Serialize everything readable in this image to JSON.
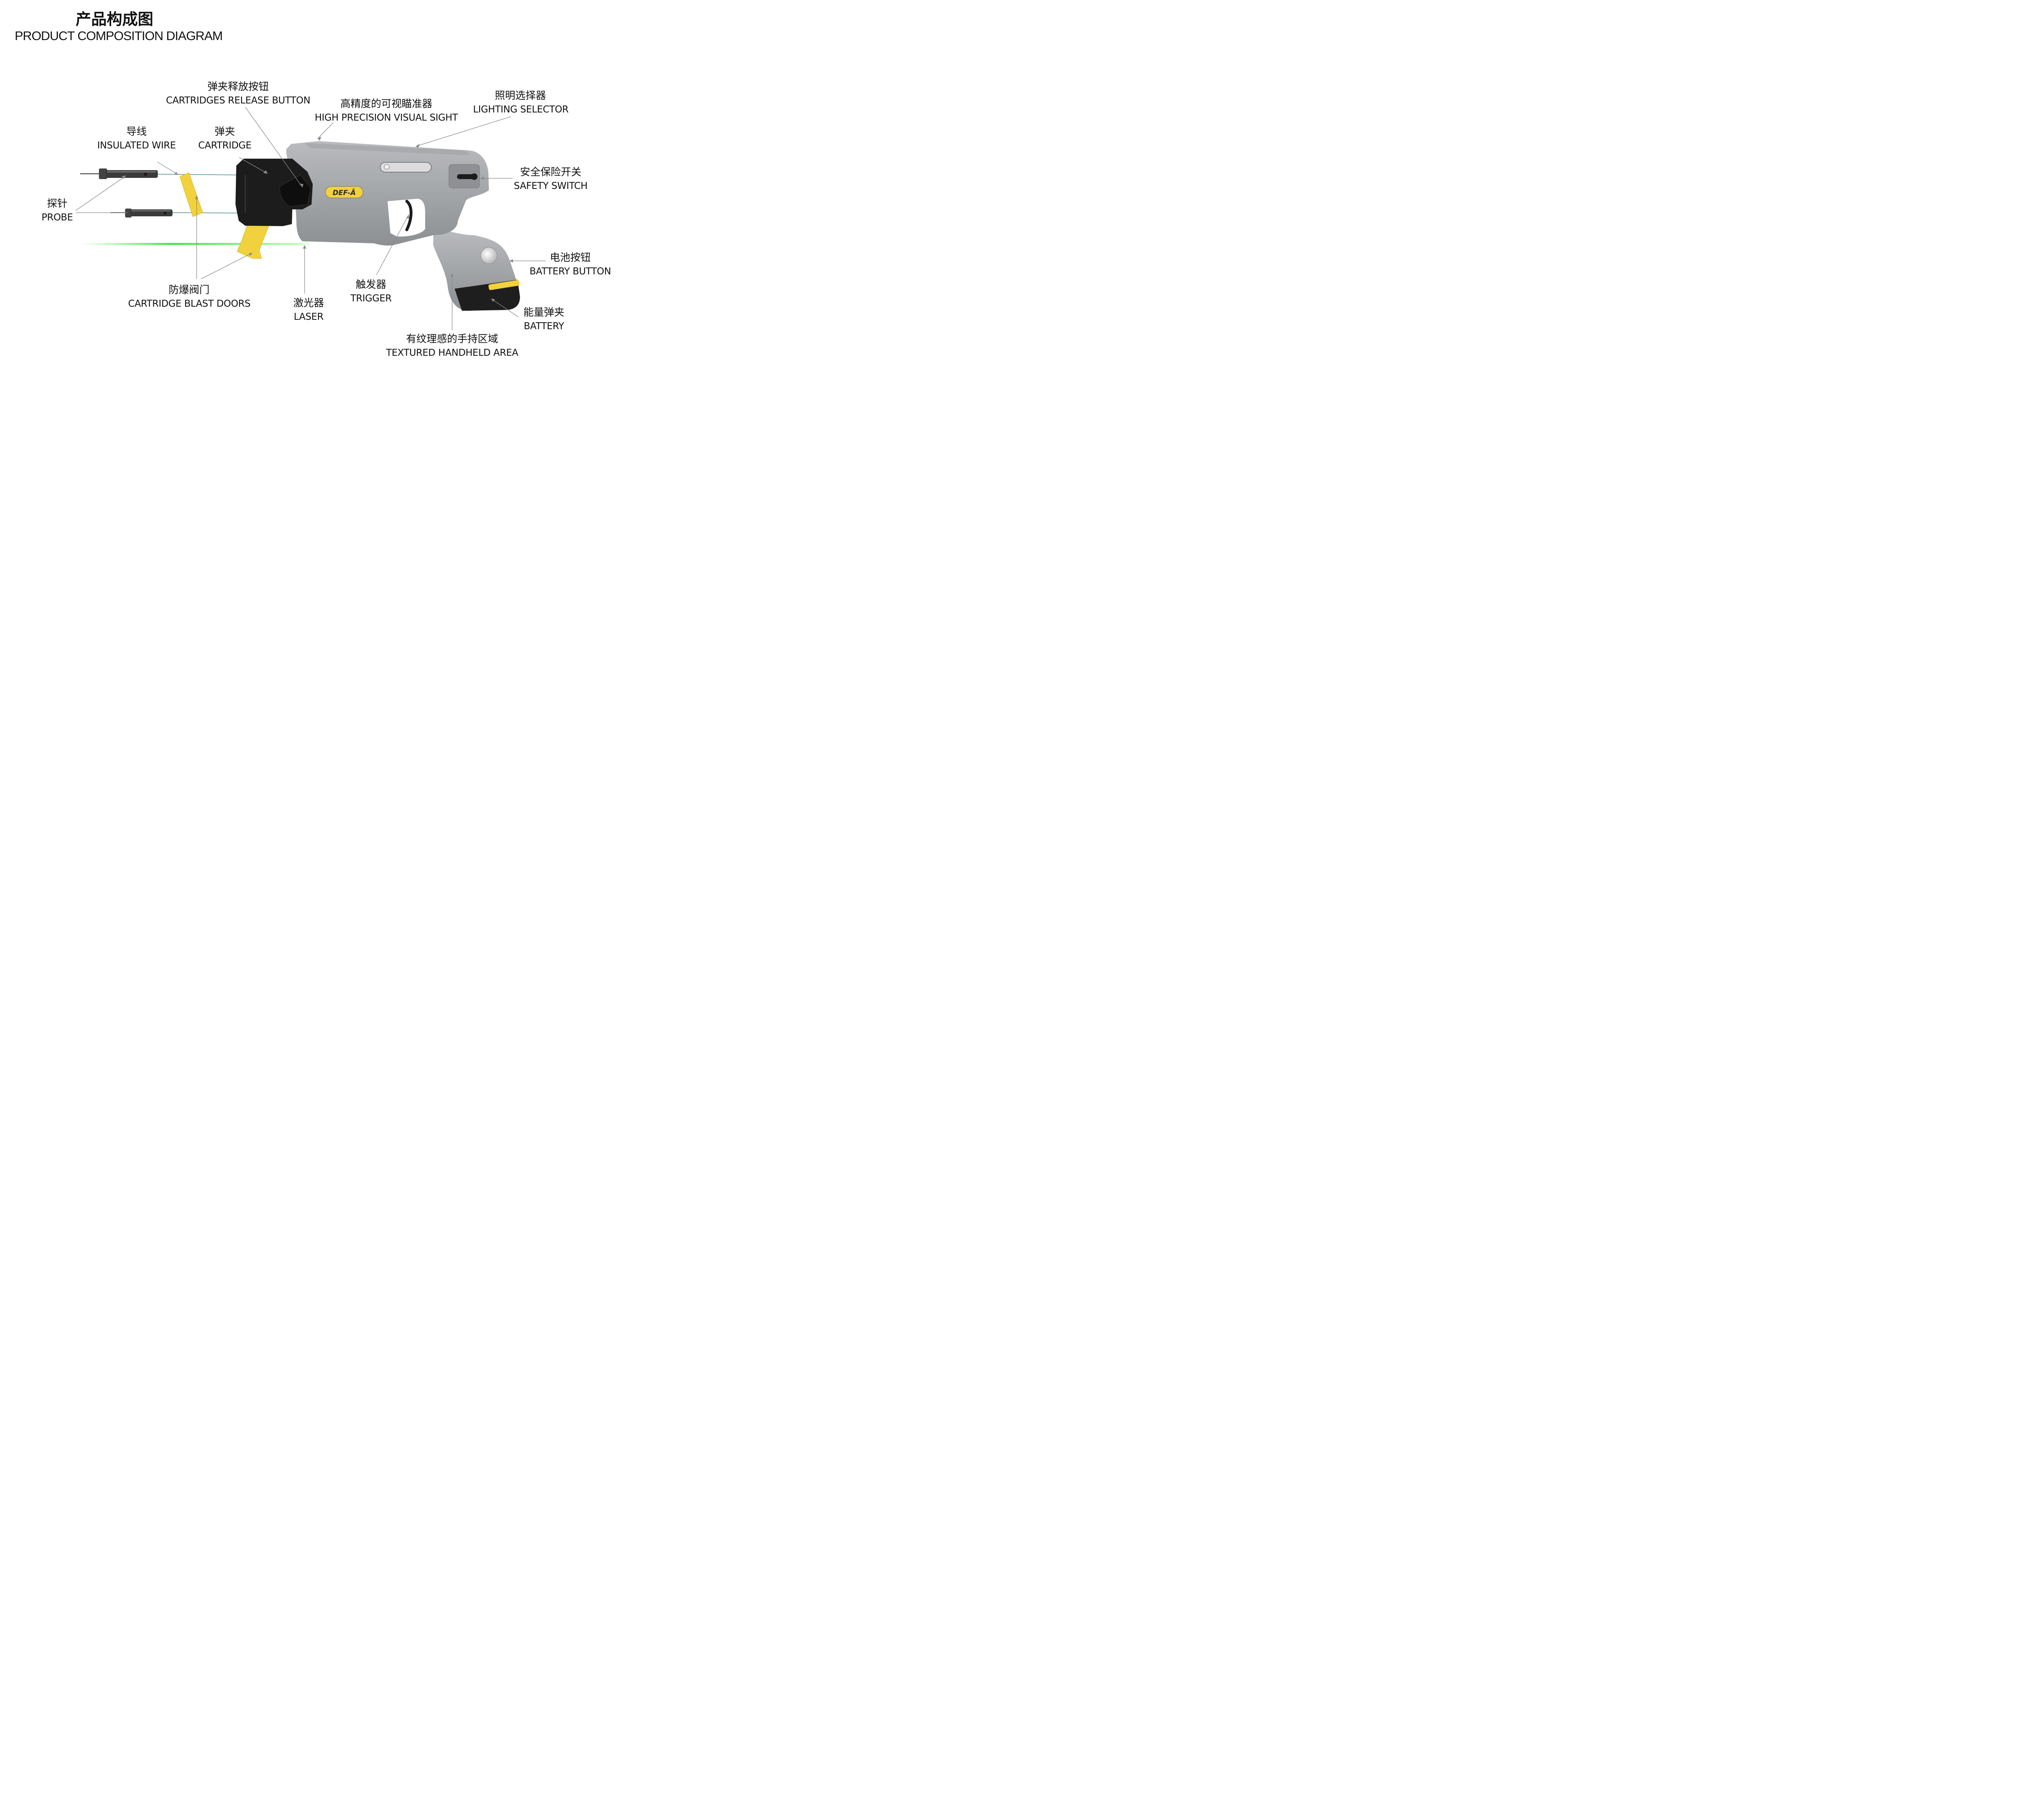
{
  "title": {
    "cn": "产品构成图",
    "en": "PRODUCT COMPOSITION DIAGRAM"
  },
  "device": {
    "badge": "DEF-Ā",
    "body_color": "#9c9ea1",
    "cartridge_color": "#1c1c1c",
    "accent_yellow": "#f2d23c",
    "laser_color": "#37e23a"
  },
  "labels": {
    "release_button": {
      "cn": "弹夹释放按钮",
      "en": "CARTRIDGES RELEASE BUTTON"
    },
    "visual_sight": {
      "cn": "高精度的可视瞄准器",
      "en": "HIGH PRECISION VISUAL SIGHT"
    },
    "lighting_selector": {
      "cn": "照明选择器",
      "en": "LIGHTING SELECTOR"
    },
    "insulated_wire": {
      "cn": "导线",
      "en": "INSULATED WIRE"
    },
    "cartridge": {
      "cn": "弹夹",
      "en": "CARTRIDGE"
    },
    "safety_switch": {
      "cn": "安全保险开关",
      "en": "SAFETY SWITCH"
    },
    "probe": {
      "cn": "探针",
      "en": "PROBE"
    },
    "battery_button": {
      "cn": "电池按钮",
      "en": "BATTERY BUTTON"
    },
    "trigger": {
      "cn": "触发器",
      "en": "TRIGGER"
    },
    "blast_doors": {
      "cn": "防爆阀门",
      "en": "CARTRIDGE BLAST DOORS"
    },
    "laser": {
      "cn": "激光器",
      "en": "LASER"
    },
    "battery": {
      "cn": "能量弹夹",
      "en": "BATTERY"
    },
    "handheld_area": {
      "cn": "有纹理感的手持区域",
      "en": "TEXTURED HANDHELD AREA"
    }
  }
}
